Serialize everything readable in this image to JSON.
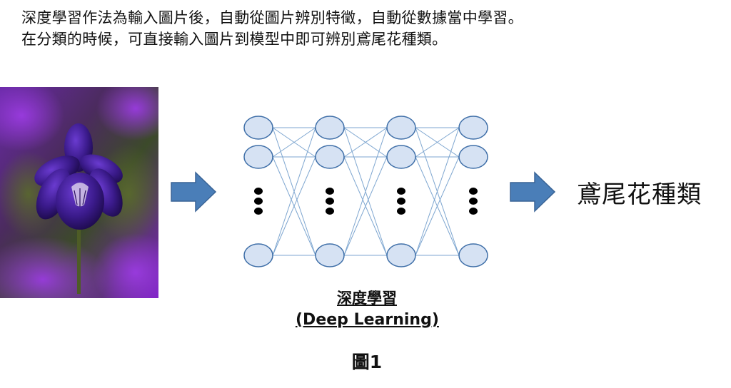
{
  "intro": {
    "line1": "深度學習作法為輸入圖片後，自動從圖片辨別特徵，自動從數據當中學習。",
    "line2": "在分類的時候，可直接輸入圖片到模型中即可辨別鳶尾花種類。"
  },
  "result": {
    "label": "鳶尾花種類"
  },
  "caption": {
    "title_zh": "深度學習",
    "title_en": "(Deep Learning)",
    "figure_label": "圖1"
  },
  "colors": {
    "arrow_fill": "#4a7eb8",
    "arrow_stroke": "#3a6496",
    "node_fill": "#d6e2f3",
    "node_stroke": "#3f6fa8",
    "edge": "#7ea6d0",
    "dots": "#000000"
  },
  "network": {
    "layers": 4,
    "nodes_per_layer": 3,
    "connectivity": "fully-connected",
    "ellipsis": "vertical-dots"
  }
}
